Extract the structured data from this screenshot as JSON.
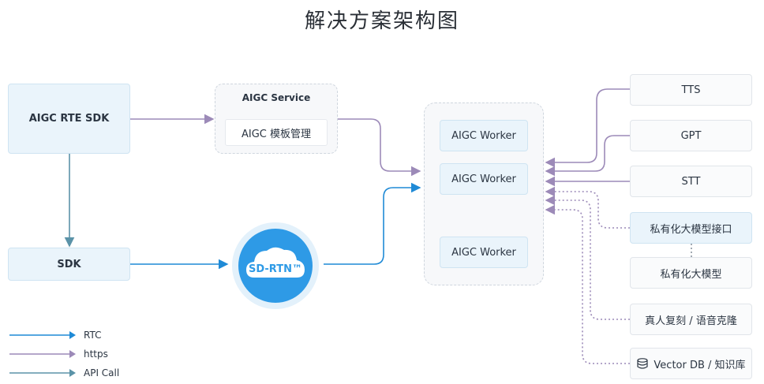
{
  "title": "解决方案架构图",
  "nodes": {
    "aigc_rte_sdk": "AIGC RTE SDK",
    "sdk": "SDK",
    "aigc_service": "AIGC Service",
    "aigc_template": "AIGC 模板管理",
    "sd_rtn": "SD-RTN™",
    "workers": [
      "AIGC Worker",
      "AIGC Worker",
      "AIGC Worker"
    ],
    "tts": "TTS",
    "gpt": "GPT",
    "stt": "STT",
    "private_llm_api": "私有化大模型接口",
    "private_llm": "私有化大模型",
    "clone": "真人复刻 / 语音克隆",
    "vector_db": "Vector DB / 知识库"
  },
  "legend": [
    {
      "label": "RTC",
      "color": "#1f8ad6"
    },
    {
      "label": "https",
      "color": "#9c8ab8"
    },
    {
      "label": "API Call",
      "color": "#5b93a8"
    }
  ],
  "colors": {
    "rtc": "#1f8ad6",
    "https": "#9c8ab8",
    "api": "#5b93a8",
    "dotted": "#9c8ab8"
  }
}
